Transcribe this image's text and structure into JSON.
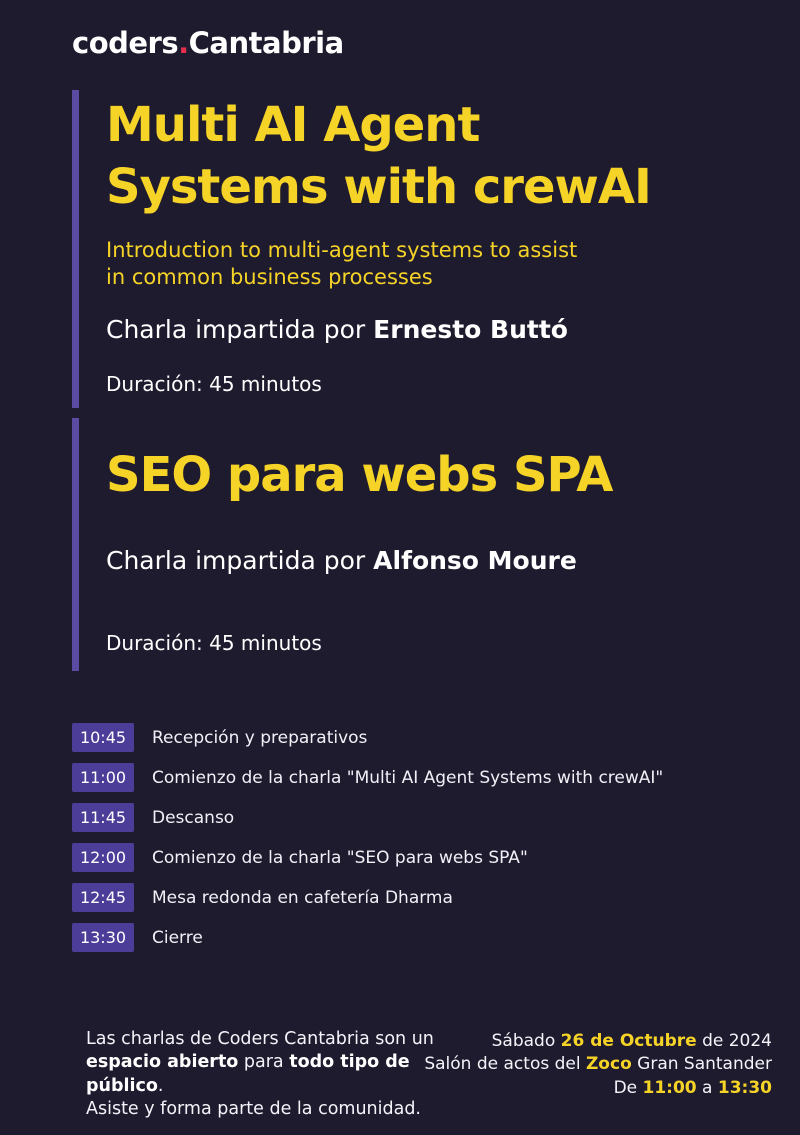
{
  "theme": {
    "background": "#1f1b2e",
    "yellow": "#f5d327",
    "purple_bar": "#5b4ba2",
    "purple_badge": "#4c3e98",
    "red_dot": "#e62e4d",
    "white": "#f5f3fa"
  },
  "logo": {
    "part1": "coders",
    "dot": ".",
    "part2": "Cantabria"
  },
  "talks": [
    {
      "title_line1": "Multi AI Agent",
      "title_line2": "Systems with crewAI",
      "subtitle_line1": "Introduction to multi-agent systems to assist",
      "subtitle_line2": "in common business processes",
      "speaker_prefix": "Charla impartida por ",
      "speaker_name": "Ernesto Buttó",
      "duration": "Duración: 45 minutos"
    },
    {
      "title": "SEO para webs SPA",
      "speaker_prefix": "Charla impartida por ",
      "speaker_name": "Alfonso Moure",
      "duration": "Duración: 45 minutos"
    }
  ],
  "schedule": [
    {
      "time": "10:45",
      "label": "Recepción y preparativos"
    },
    {
      "time": "11:00",
      "label": "Comienzo de la charla \"Multi AI Agent Systems with crewAI\""
    },
    {
      "time": "11:45",
      "label": "Descanso"
    },
    {
      "time": "12:00",
      "label": "Comienzo de la charla \"SEO para webs SPA\""
    },
    {
      "time": "12:45",
      "label": "Mesa redonda en cafetería Dharma"
    },
    {
      "time": "13:30",
      "label": "Cierre"
    }
  ],
  "footer": {
    "left": {
      "line1": "Las charlas de Coders Cantabria son un",
      "line2_bold1": "espacio abierto",
      "line2_mid": " para ",
      "line2_bold2": "todo tipo de público",
      "line2_end": ".",
      "line3": "Asiste y forma parte de la comunidad."
    },
    "right": {
      "date_pre": "Sábado ",
      "date_bold": "26 de Octubre",
      "date_post": " de 2024",
      "venue_pre": "Salón de actos del ",
      "venue_bold": "Zoco",
      "venue_post": " Gran Santander",
      "time_pre": "De ",
      "time_start": "11:00",
      "time_mid": " a ",
      "time_end": "13:30"
    }
  }
}
